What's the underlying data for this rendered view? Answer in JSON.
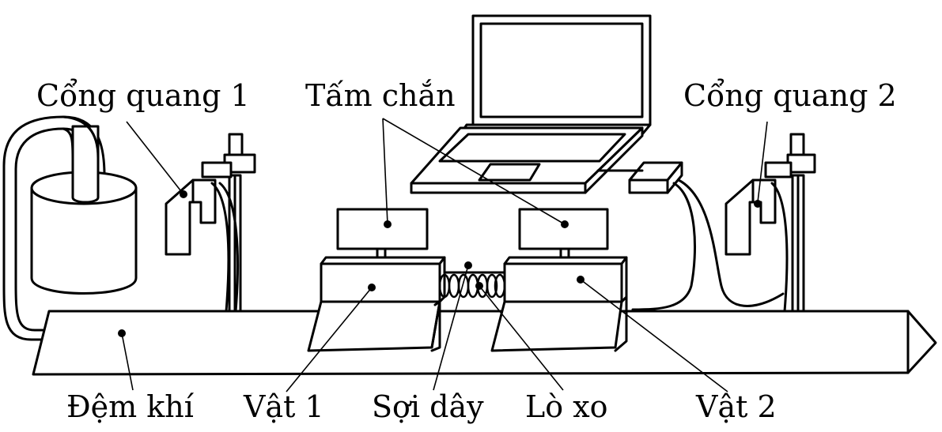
{
  "labels": {
    "photogate_1": "Cổng quang 1",
    "shield": "Tấm chắn",
    "photogate_2": "Cổng quang 2",
    "air_cushion": "Đệm khí",
    "object_1": "Vật 1",
    "thread": "Sợi dây",
    "spring": "Lò xo",
    "object_2": "Vật 2"
  }
}
